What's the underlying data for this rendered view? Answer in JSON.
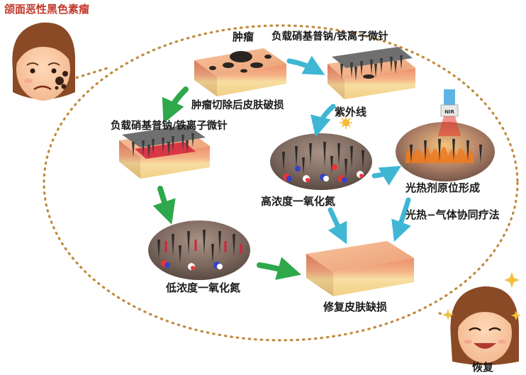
{
  "labels": {
    "title": "颌面恶性黑色素瘤",
    "tumor": "肿瘤",
    "microneedle_top": "负载硝基普钠/铁离子微针",
    "wound": "肿瘤切除后皮肤破损",
    "microneedle_left": "负载硝基普钠/铁离子微针",
    "uv": "紫外线",
    "photothermal_agent": "光热剂原位形成",
    "high_no": "高浓度一氧化氮",
    "synergy": "光热−气体协同疗法",
    "low_no": "低浓度一氧化氮",
    "repair": "修复皮肤缺损",
    "recover": "恢复",
    "nir": "NIR"
  },
  "colors": {
    "dotted_border": "#c08a3e",
    "arrow_teal": "#3fb6d4",
    "arrow_green": "#2ea84a",
    "skin_top": "#f2b38a",
    "skin_fat": "#f6dc9a"
  }
}
